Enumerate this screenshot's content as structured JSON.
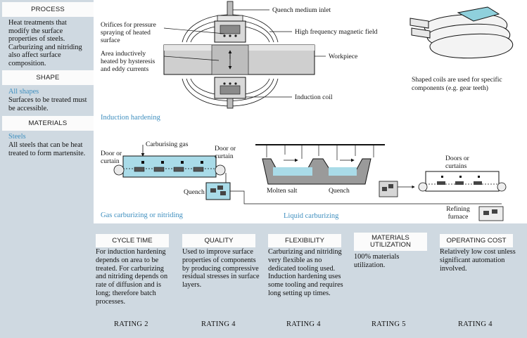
{
  "sidebar": {
    "process": {
      "heading": "PROCESS",
      "body": "Heat treatments that modify the surface properties of steels. Carburizing and nitriding also affect surface composition."
    },
    "shape": {
      "heading": "SHAPE",
      "title": "All shapes",
      "body": "Surfaces to be treated must be accessible."
    },
    "materials": {
      "heading": "MATERIALS",
      "title": "Steels",
      "body": "All steels that can be heat treated to form martensite."
    }
  },
  "diagram": {
    "induction": {
      "quench_inlet": "Quench medium inlet",
      "orifices": "Orifices for pressure spraying of heated surface",
      "hf_field": "High frequency magnetic field",
      "area_heated": "Area inductively heated by hysteresis and eddy currents",
      "workpiece": "Workpiece",
      "coil": "Induction coil",
      "caption": "Induction hardening"
    },
    "shaped_coils": "Shaped coils are used for specific components (e.g. gear teeth)",
    "gas": {
      "carburising_gas": "Carburising gas",
      "door_left": "Door or curtain",
      "door_right": "Door or curtain",
      "quench": "Quench",
      "caption": "Gas carburizing or nitriding"
    },
    "liquid": {
      "molten_salt": "Molten salt",
      "quench": "Quench",
      "caption": "Liquid carburizing",
      "doors": "Doors or curtains",
      "refining": "Refining furnace"
    }
  },
  "criteria": [
    {
      "heading": "CYCLE TIME",
      "body": "For induction hardening depends on area to be treated. For carburizing and nitriding depends on rate of diffusion and is long; therefore batch processes.",
      "rating": "RATING 2"
    },
    {
      "heading": "QUALITY",
      "body": "Used to improve surface properties of components by producing compressive residual stresses in surface layers.",
      "rating": "RATING 4"
    },
    {
      "heading": "FLEXIBILITY",
      "body": "Carburizing and nitriding very flexible as no dedicated tooling used. Induction hardening uses some tooling and requires long setting up times.",
      "rating": "RATING 4"
    },
    {
      "heading": "MATERIALS UTILIZATION",
      "body": "100% materials utilization.",
      "rating": "RATING 5"
    },
    {
      "heading": "OPERATING COST",
      "body": "Relatively low cost unless significant automation involved.",
      "rating": "RATING 4"
    }
  ],
  "colors": {
    "panel": "#cfd9e1",
    "accent": "#3f8fbf",
    "bath": "#a9dbe8",
    "furnace": "#9a9a9a"
  }
}
